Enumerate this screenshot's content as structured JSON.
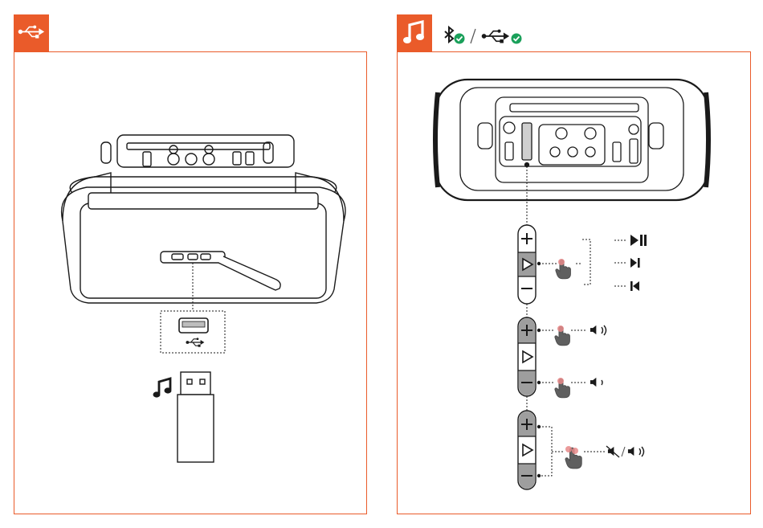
{
  "panels": [
    {
      "id": "usb-playback",
      "tab_icon": "usb-icon",
      "illustration": [
        "speaker-rear-view",
        "usb-port-cover",
        "usb-a-port",
        "usb-flash-drive",
        "music-note-icon"
      ]
    },
    {
      "id": "music-controls",
      "tab_icon": "music-note-icon",
      "sources": [
        "bluetooth-icon",
        "usb-icon"
      ],
      "source_separator": "/",
      "controls": [
        {
          "button": "play-button",
          "gesture": "single-press",
          "results": [
            "play-pause-icon",
            "next-track-icon",
            "previous-track-icon"
          ]
        },
        {
          "button": "volume-up-button",
          "gesture": "press",
          "results": [
            "volume-up-icon"
          ]
        },
        {
          "button": "volume-down-button",
          "gesture": "press",
          "results": [
            "volume-down-icon"
          ]
        },
        {
          "button": "volume-up-and-down-buttons",
          "gesture": "press-together",
          "results": [
            "mute-icon",
            "unmute-icon"
          ],
          "result_separator": "/"
        }
      ]
    }
  ],
  "colors": {
    "accent": "#ea5b2a",
    "check": "#1aa05a",
    "touch": "#e88a8a",
    "pressed": "#9e9e9e"
  }
}
